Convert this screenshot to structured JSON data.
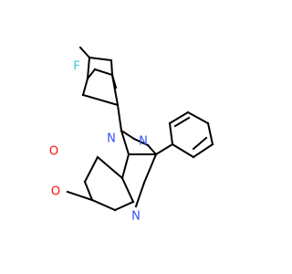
{
  "structure": {
    "atoms": [
      {
        "id": "F",
        "element": "F",
        "label": "F",
        "color": "#33cccc"
      },
      {
        "id": "N1",
        "element": "N",
        "label": "N",
        "color": "#3050f8"
      },
      {
        "id": "N2",
        "element": "N",
        "label": "N",
        "color": "#3050f8"
      },
      {
        "id": "N3",
        "element": "N",
        "label": "N",
        "color": "#3050f8"
      },
      {
        "id": "O1",
        "element": "O",
        "label": "O",
        "color": "#ff0d0d"
      },
      {
        "id": "O2",
        "element": "O",
        "label": "O",
        "color": "#ff0d0d"
      }
    ],
    "bond_count": 35
  }
}
